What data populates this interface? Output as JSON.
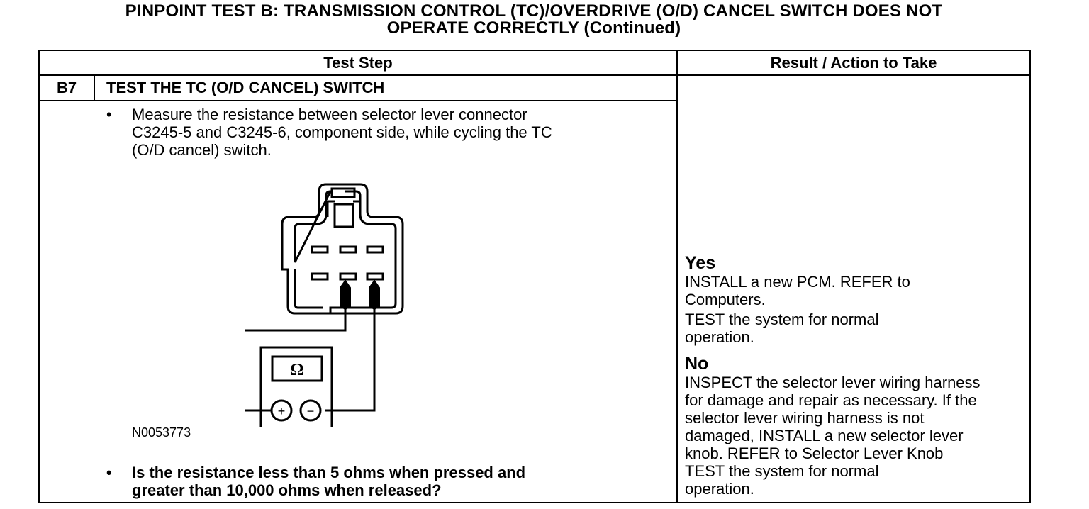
{
  "title": {
    "line1": "PINPOINT TEST B: TRANSMISSION CONTROL (TC)/OVERDRIVE (O/D) CANCEL SWITCH DOES NOT",
    "line2": "OPERATE CORRECTLY (Continued)"
  },
  "table": {
    "col_step": "Test Step",
    "col_result": "Result / Action to Take"
  },
  "step": {
    "id": "B7",
    "title": "TEST THE TC (O/D CANCEL) SWITCH",
    "bullet1": [
      "Measure the resistance between selector lever connector",
      "C3245-5 and C3245-6, component side, while cycling the TC",
      "(O/D cancel) switch."
    ],
    "figure_id": "N0053773",
    "meter_symbol": "Ω",
    "plus": "+",
    "minus": "−",
    "bullet2": [
      "Is the resistance less than 5 ohms when pressed and",
      "greater than 10,000 ohms when released?"
    ],
    "bullet_char": "•"
  },
  "results": {
    "yes_label": "Yes",
    "yes_lines": [
      "INSTALL a new PCM. REFER to",
      "Computers."
    ],
    "yes_test": [
      "TEST the system for normal",
      "operation."
    ],
    "no_label": "No",
    "no_lines": [
      "INSPECT the selector lever wiring harness",
      "for damage and repair as necessary. If the",
      "selector lever wiring harness is not",
      "damaged, INSTALL a new selector lever",
      "knob. REFER to Selector Lever Knob"
    ],
    "no_test": [
      "TEST the system for normal",
      "operation."
    ]
  }
}
